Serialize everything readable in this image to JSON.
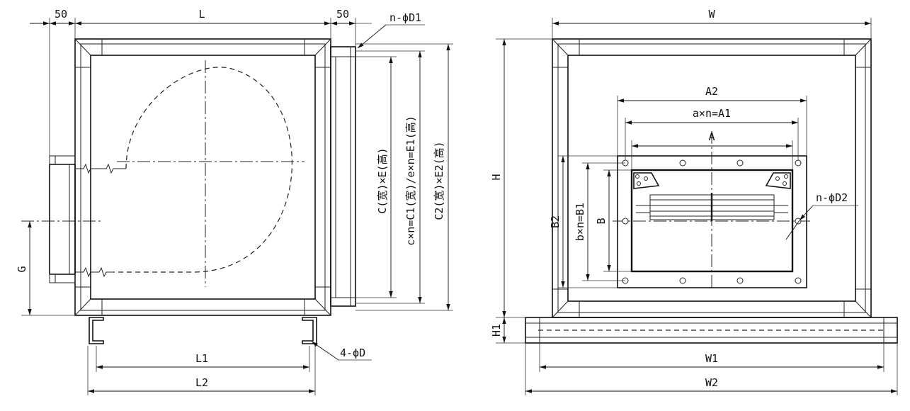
{
  "side_view": {
    "dims": {
      "flange_left": "50",
      "length": "L",
      "flange_right": "50",
      "bolt_holes": "n-ϕD1",
      "outlet_size": "C(宽)×E(高)",
      "outlet_bolt_pattern": "c×n=C1(宽)/e×n=E1(高)",
      "flange_size": "C2(宽)×E2(高)",
      "inlet_height": "G",
      "foot_spacing": "L1",
      "foot_overall": "L2",
      "foot_holes": "4-ϕD"
    }
  },
  "front_view": {
    "dims": {
      "width": "W",
      "height": "H",
      "a2": "A2",
      "a1": "a×n=A1",
      "a": "A",
      "b2": "B2",
      "b1": "b×n=B1",
      "b": "B",
      "outlet_holes": "n-ϕD2",
      "base_height": "H1",
      "base_w1": "W1",
      "base_w2": "W2"
    }
  }
}
